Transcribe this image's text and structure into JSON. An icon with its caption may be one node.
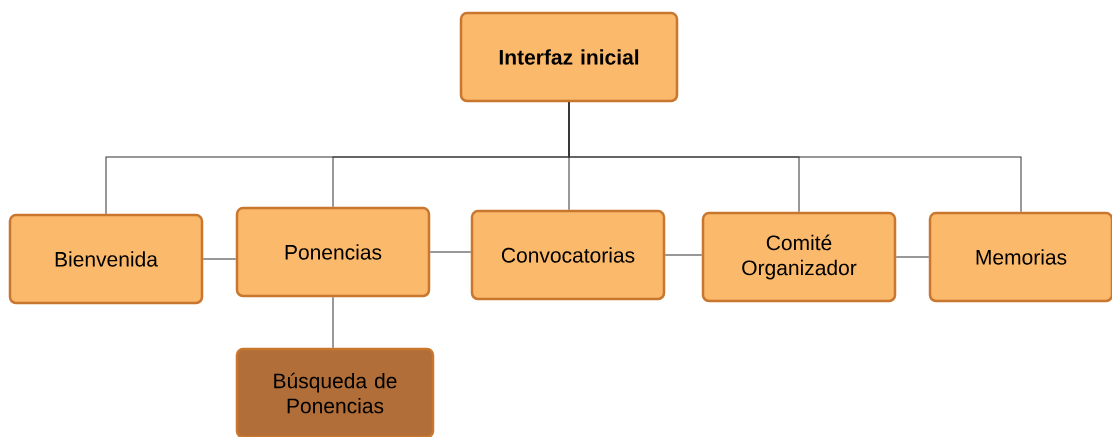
{
  "diagram": {
    "nodes": [
      {
        "text": [
          "Interfaz inicial"
        ]
      },
      {
        "text": [
          "Bienvenida"
        ]
      },
      {
        "text": [
          "Ponencias"
        ]
      },
      {
        "text": [
          "Convocatorias"
        ]
      },
      {
        "text": [
          "Comité Organizador"
        ]
      },
      {
        "text": [
          "Memorias"
        ]
      },
      {
        "text": [
          "Búsqueda de Ponencias"
        ]
      }
    ],
    "edges": [
      {
        "from": 0,
        "to": 1,
        "arrow": "none"
      },
      {
        "from": 0,
        "to": 2,
        "arrow": "none"
      },
      {
        "from": 0,
        "to": 3,
        "arrow": "none"
      },
      {
        "from": 0,
        "to": 4,
        "arrow": "none"
      },
      {
        "from": 0,
        "to": 5,
        "arrow": "none"
      },
      {
        "from": 1,
        "to": 2,
        "arrow": "none"
      },
      {
        "from": 2,
        "to": 3,
        "arrow": "none"
      },
      {
        "from": 3,
        "to": 4,
        "arrow": "none"
      },
      {
        "from": 4,
        "to": 5,
        "arrow": "none"
      },
      {
        "from": 2,
        "to": 6,
        "arrow": "none"
      }
    ]
  }
}
